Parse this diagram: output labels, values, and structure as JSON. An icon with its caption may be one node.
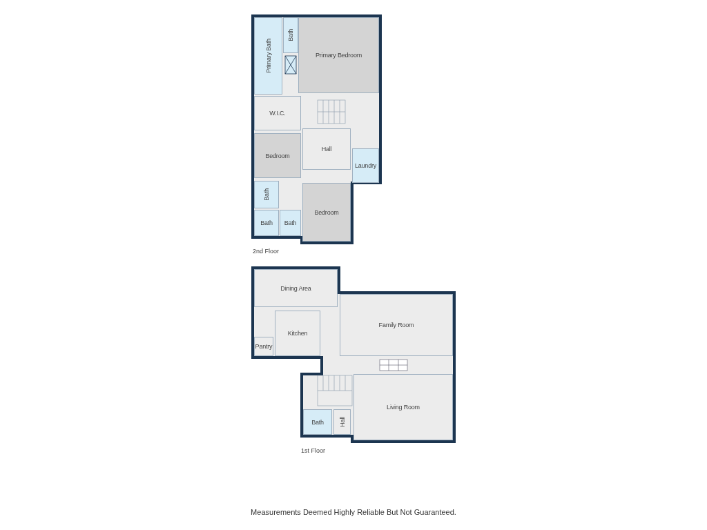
{
  "diagram": {
    "caption": "Measurements Deemed Highly Reliable But Not Guaranteed.",
    "nodes": [
      {
        "text": [
          "Primary Bath"
        ]
      },
      {
        "text": [
          "Bath"
        ]
      },
      {
        "text": [
          "Primary Bedroom"
        ]
      },
      {
        "text": [
          "W.I.C."
        ]
      },
      {
        "text": [
          "Hall"
        ]
      },
      {
        "text": [
          "Laundry"
        ]
      },
      {
        "text": [
          "Bedroom"
        ]
      },
      {
        "text": [
          "Bath"
        ]
      },
      {
        "text": [
          "Bath"
        ]
      },
      {
        "text": [
          "Bath"
        ]
      },
      {
        "text": [
          "Bedroom"
        ]
      },
      {
        "text": [
          "Dining Area"
        ]
      },
      {
        "text": [
          "Kitchen"
        ]
      },
      {
        "text": [
          "Pantry"
        ]
      },
      {
        "text": [
          "Family Room"
        ]
      },
      {
        "text": [
          "Bath"
        ]
      },
      {
        "text": [
          "Hall"
        ]
      },
      {
        "text": [
          "Living Room"
        ]
      }
    ],
    "labels": [
      "2nd Floor",
      "1st Floor"
    ]
  }
}
